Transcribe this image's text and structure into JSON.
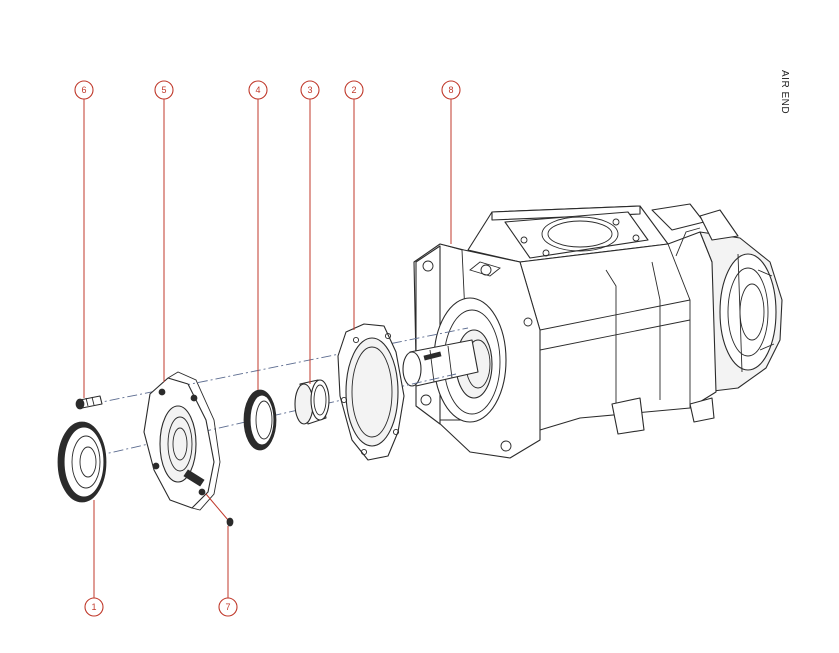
{
  "title": "AIR END",
  "colors": {
    "callout": "#c0392b",
    "line": "#2b2b2b",
    "centerline": "#5b6b8f",
    "background": "#ffffff"
  },
  "callouts": [
    {
      "id": "1",
      "label": "1"
    },
    {
      "id": "2",
      "label": "2"
    },
    {
      "id": "3",
      "label": "3"
    },
    {
      "id": "4",
      "label": "4"
    },
    {
      "id": "5",
      "label": "5"
    },
    {
      "id": "6",
      "label": "6"
    },
    {
      "id": "7",
      "label": "7"
    },
    {
      "id": "8",
      "label": "8"
    }
  ]
}
